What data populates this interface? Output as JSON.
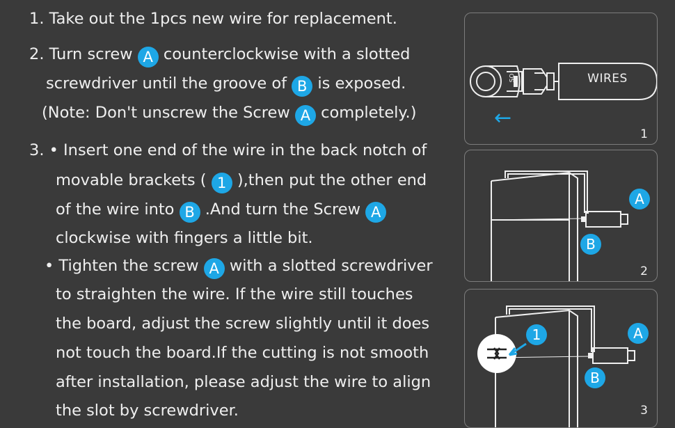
{
  "steps": {
    "s1": "1. Take out the 1pcs new wire for replacement.",
    "s2a_pre": "2. Turn screw ",
    "s2a_post": " counterclockwise with a slotted",
    "s2b_pre": "screwdriver until the groove of ",
    "s2b_post": " is exposed.",
    "s2c_pre": "(Note: Don't unscrew the Screw ",
    "s2c_post": " completely.)",
    "s3a": "3. • Insert one end of the wire in the back notch of",
    "s3b_pre": "movable brackets ( ",
    "s3b_post": " ),then put the other end",
    "s3c_pre": "of the wire into ",
    "s3c_mid": " .And turn the Screw ",
    "s3d": "clockwise with fingers a little bit.",
    "s3e_pre": "• Tighten the screw ",
    "s3e_post": " with a slotted screwdriver",
    "s3f": "to straighten the wire. If the wire still touches",
    "s3g": "the board, adjust the screw slightly until it does",
    "s3h": "not touch the board.If the cutting is not smooth",
    "s3i": "after installation, please adjust the wire to align",
    "s3j": "the slot by screwdriver."
  },
  "badges": {
    "a": "A",
    "b": "B",
    "one": "1"
  },
  "panels": {
    "p1": {
      "number": "1",
      "wires_label": "WIRES",
      "arrow": "←",
      "mark": "SO"
    },
    "p2": {
      "number": "2"
    },
    "p3": {
      "number": "3"
    }
  },
  "colors": {
    "background": "#3a3a3a",
    "accent": "#1ea7e6",
    "text": "#efefef"
  }
}
